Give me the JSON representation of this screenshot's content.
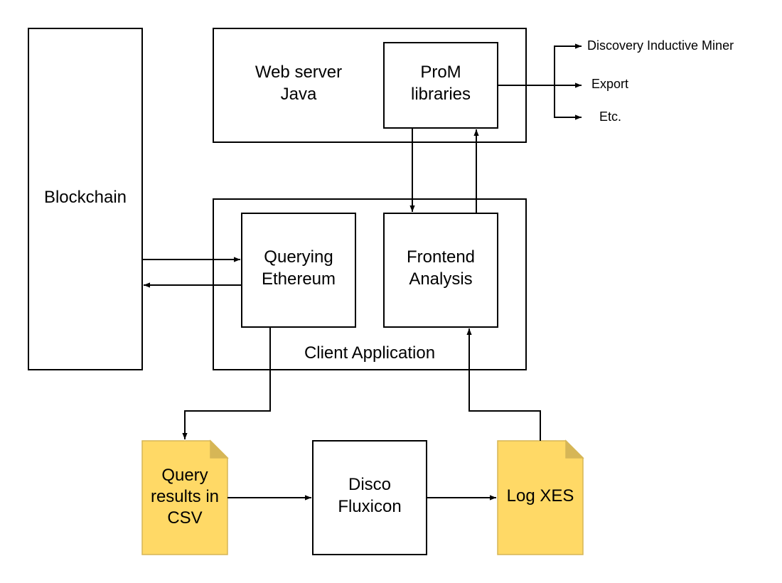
{
  "nodes": {
    "blockchain": "Blockchain",
    "web_server": [
      "Web server",
      "Java"
    ],
    "prom": [
      "ProM",
      "libraries"
    ],
    "client_app": "Client Application",
    "querying": [
      "Querying",
      "Ethereum"
    ],
    "frontend": [
      "Frontend",
      "Analysis"
    ],
    "csv_doc": [
      "Query",
      "results in",
      "CSV"
    ],
    "disco": [
      "Disco",
      "Fluxicon"
    ],
    "log_doc": "Log XES"
  },
  "outputs": [
    "Discovery Inductive Miner",
    "Export",
    "Etc."
  ],
  "colors": {
    "stroke": "#000000",
    "doc_fill": "#FFD966",
    "doc_fold": "#D6B656",
    "background": "#FFFFFF"
  }
}
